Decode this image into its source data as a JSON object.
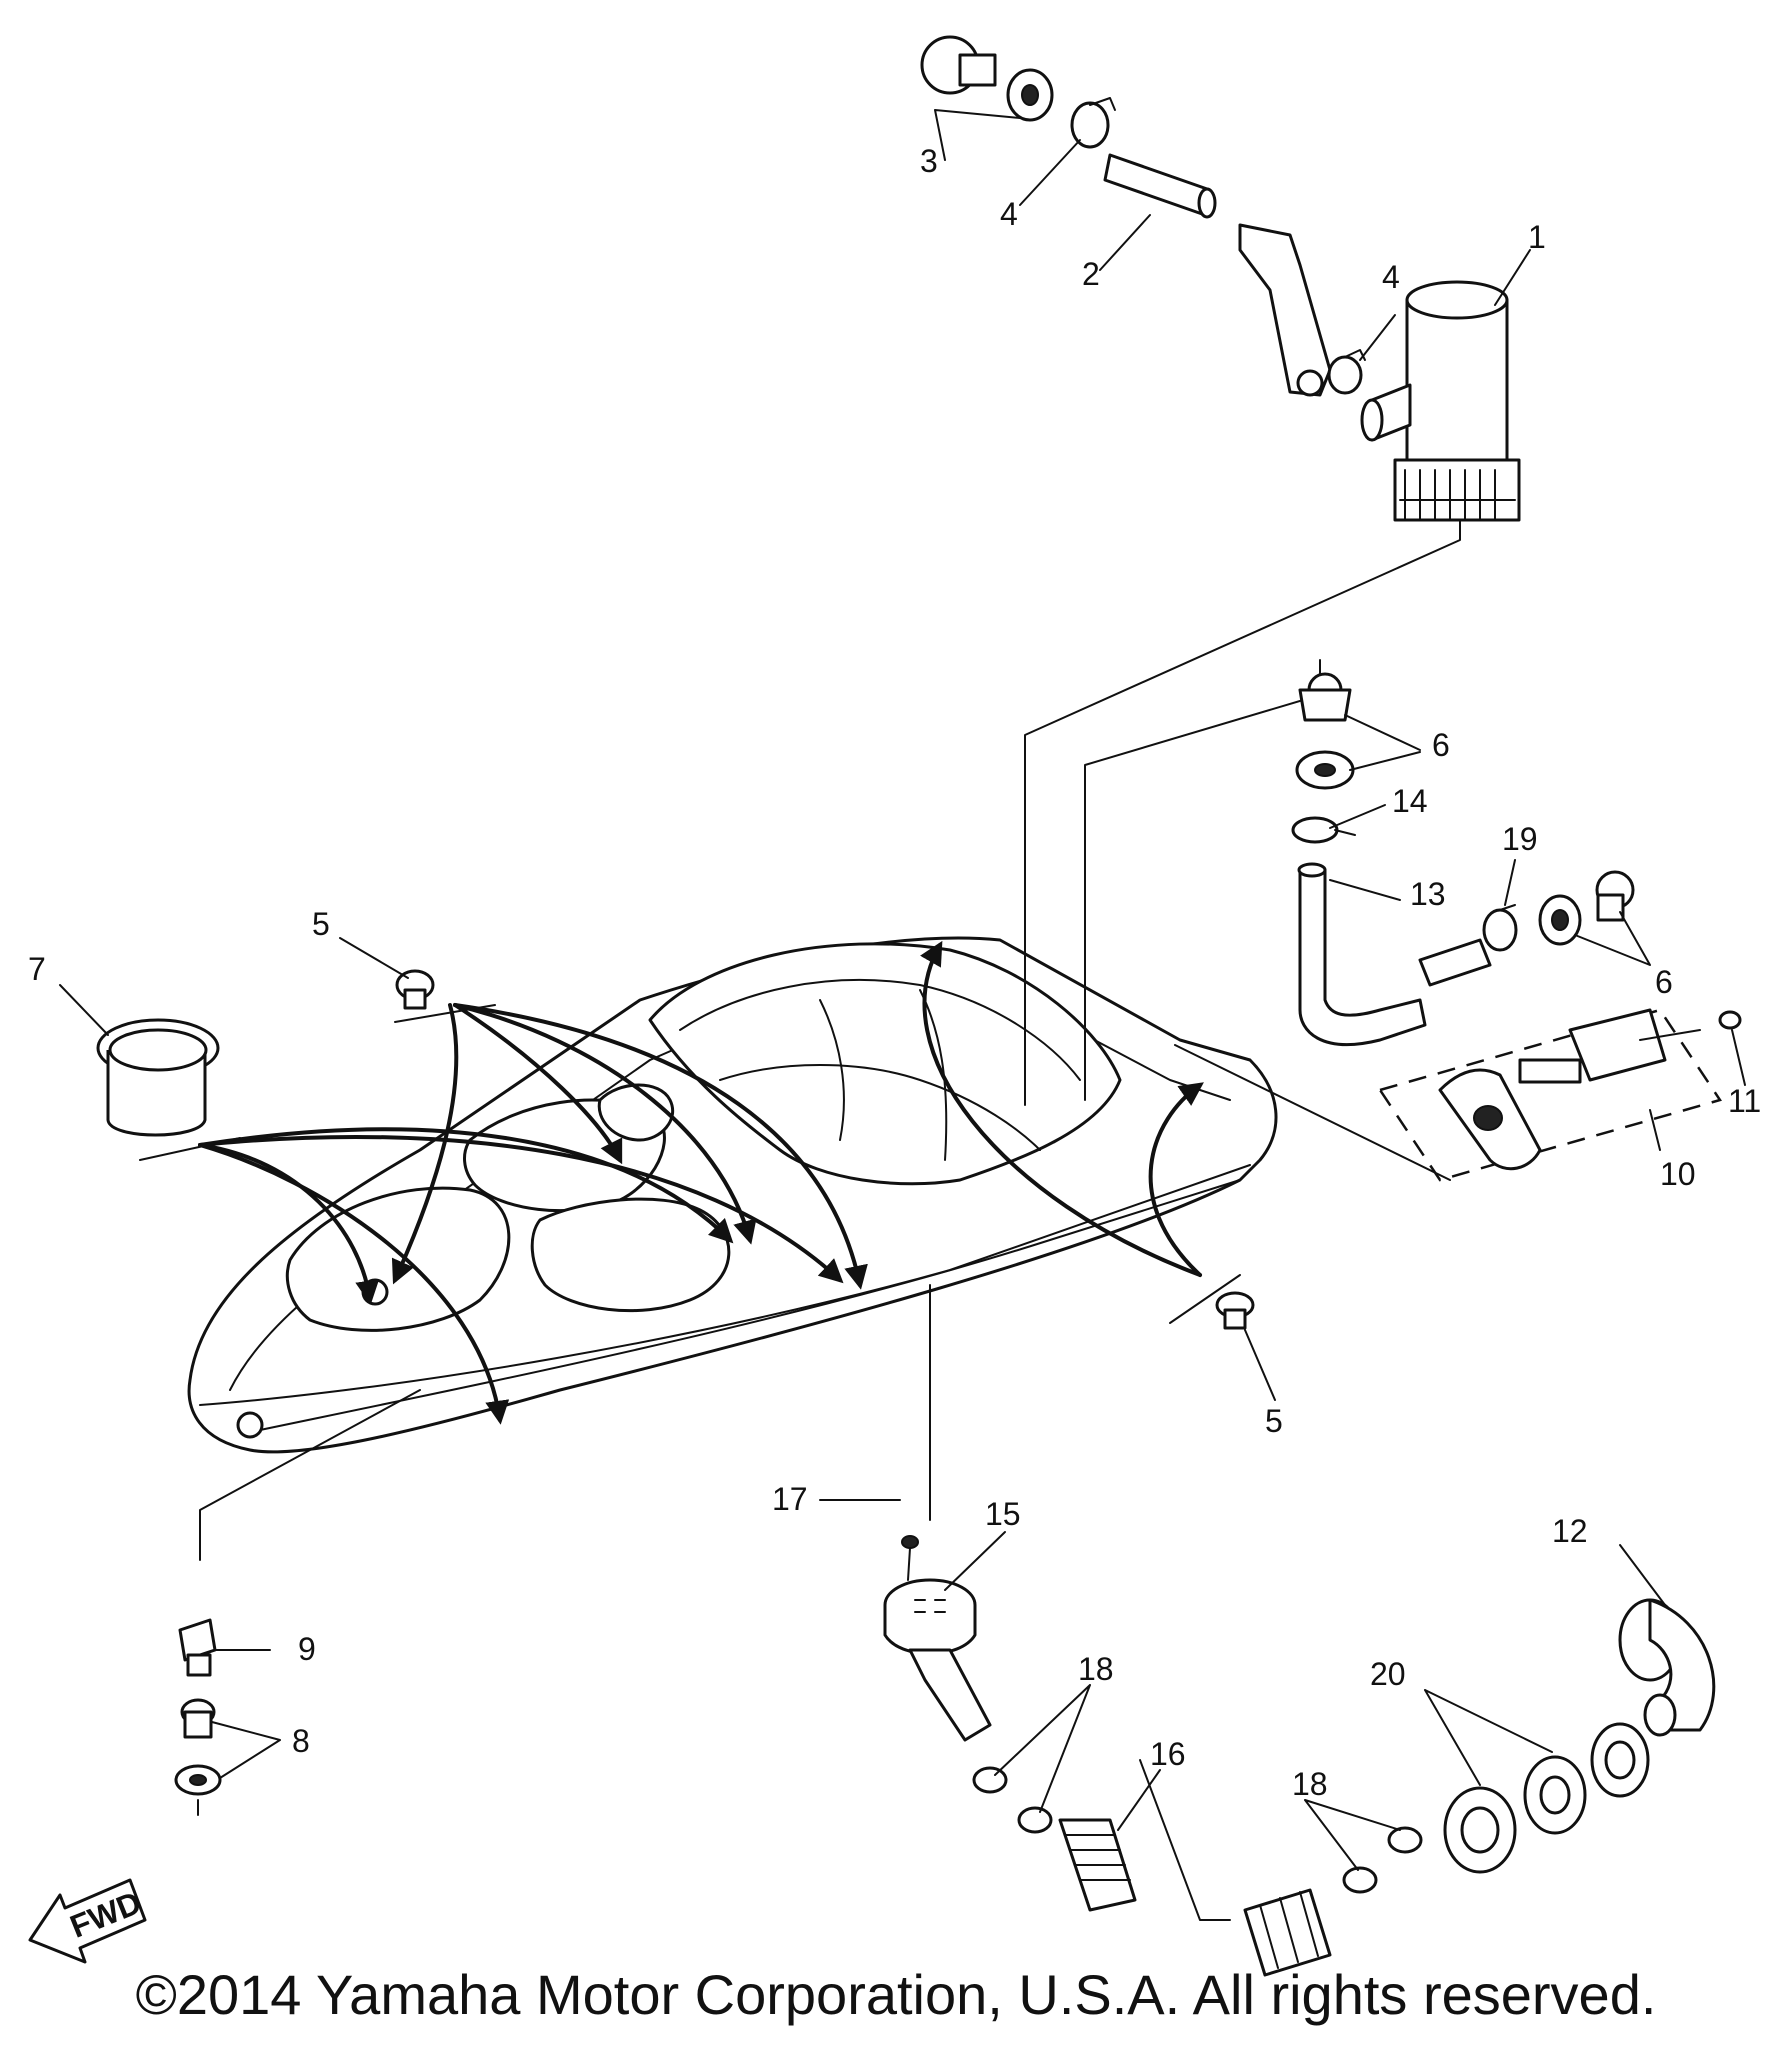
{
  "diagram": {
    "callouts": {
      "c1": "1",
      "c2": "2",
      "c3": "3",
      "c4a": "4",
      "c4b": "4",
      "c5a": "5",
      "c5b": "5",
      "c6a": "6",
      "c6b": "6",
      "c7": "7",
      "c8": "8",
      "c9": "9",
      "c10": "10",
      "c11": "11",
      "c12": "12",
      "c13": "13",
      "c14": "14",
      "c15": "15",
      "c16": "16",
      "c17": "17",
      "c18a": "18",
      "c18b": "18",
      "c19": "19",
      "c20": "20"
    },
    "fwd_badge": "FWD"
  },
  "footer": {
    "copyright": "©2014 Yamaha Motor Corporation, U.S.A. All rights reserved."
  }
}
